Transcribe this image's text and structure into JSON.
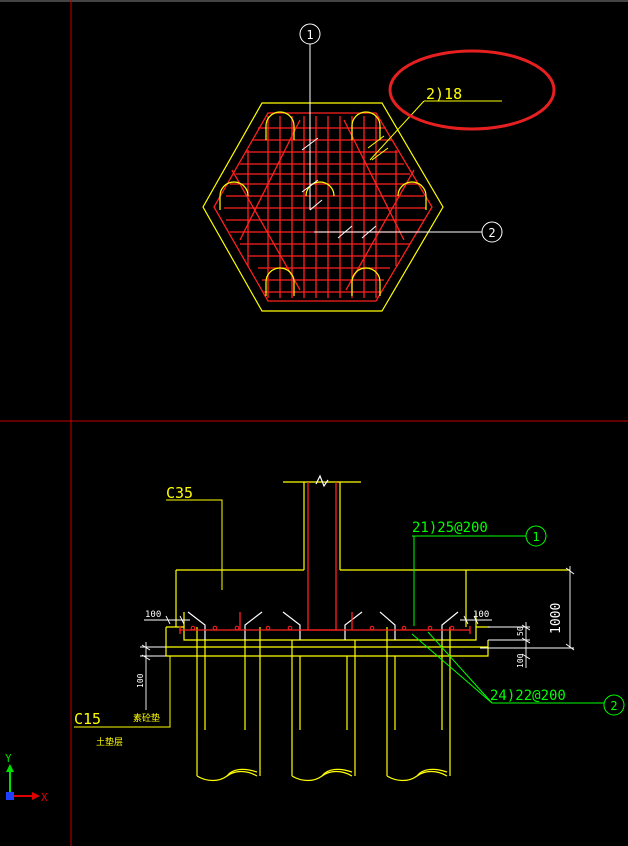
{
  "colors": {
    "background": "#000000",
    "concrete": "#ffff00",
    "rebar": "#ff2020",
    "grid": "#c00000",
    "leader": "#00ff00",
    "annotation_circle": "#e62020",
    "ucs_x": "#e00000",
    "ucs_y": "#00e000",
    "ucs_origin": "#2040ff"
  },
  "plan_view": {
    "bubble_1": "1",
    "bubble_2": "2",
    "rebar_label": "2)18"
  },
  "section_view": {
    "concrete_grade_top": "C35",
    "concrete_grade_bottom": "C15",
    "bottom_label_1": "素砼垫",
    "bottom_label_2": "土垫层",
    "rebar_label_1": "21)25@200",
    "rebar_label_2": "24)22@200",
    "bubble_1": "1",
    "bubble_2": "2",
    "dim_top_left": "100",
    "dim_top_right": "100",
    "dim_height": "1000",
    "dim_right_1": "50",
    "dim_right_2": "100",
    "dim_left": "100"
  },
  "ucs": {
    "y_label": "Y",
    "x_label": "X"
  }
}
